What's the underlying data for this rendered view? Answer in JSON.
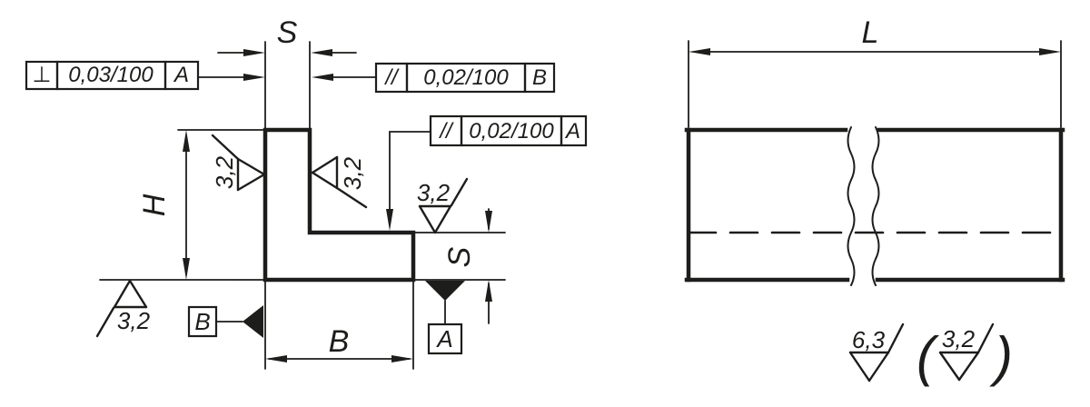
{
  "colors": {
    "ink": "#1d1d1b",
    "paper": "#ffffff"
  },
  "left_view": {
    "frames": [
      {
        "symbol": "⊥",
        "tolerance": "0,03/100",
        "datum": "A"
      },
      {
        "symbol": "//",
        "tolerance": "0,02/100",
        "datum": "B"
      },
      {
        "symbol": "//",
        "tolerance": "0,02/100",
        "datum": "A"
      }
    ],
    "dimensions": {
      "thickness_top": "S",
      "height": "H",
      "width": "B",
      "thickness_right": "S"
    },
    "datums": {
      "b": "B",
      "a": "A"
    },
    "roughness": {
      "left_face": "3,2",
      "inner_face": "3,2",
      "step_face": "3,2",
      "bottom_face": "3,2"
    }
  },
  "right_view": {
    "dimensions": {
      "length": "L"
    }
  },
  "general_roughness": {
    "value": "6,3",
    "open_paren": "(",
    "alt_value": "3,2",
    "close_paren": ")"
  }
}
